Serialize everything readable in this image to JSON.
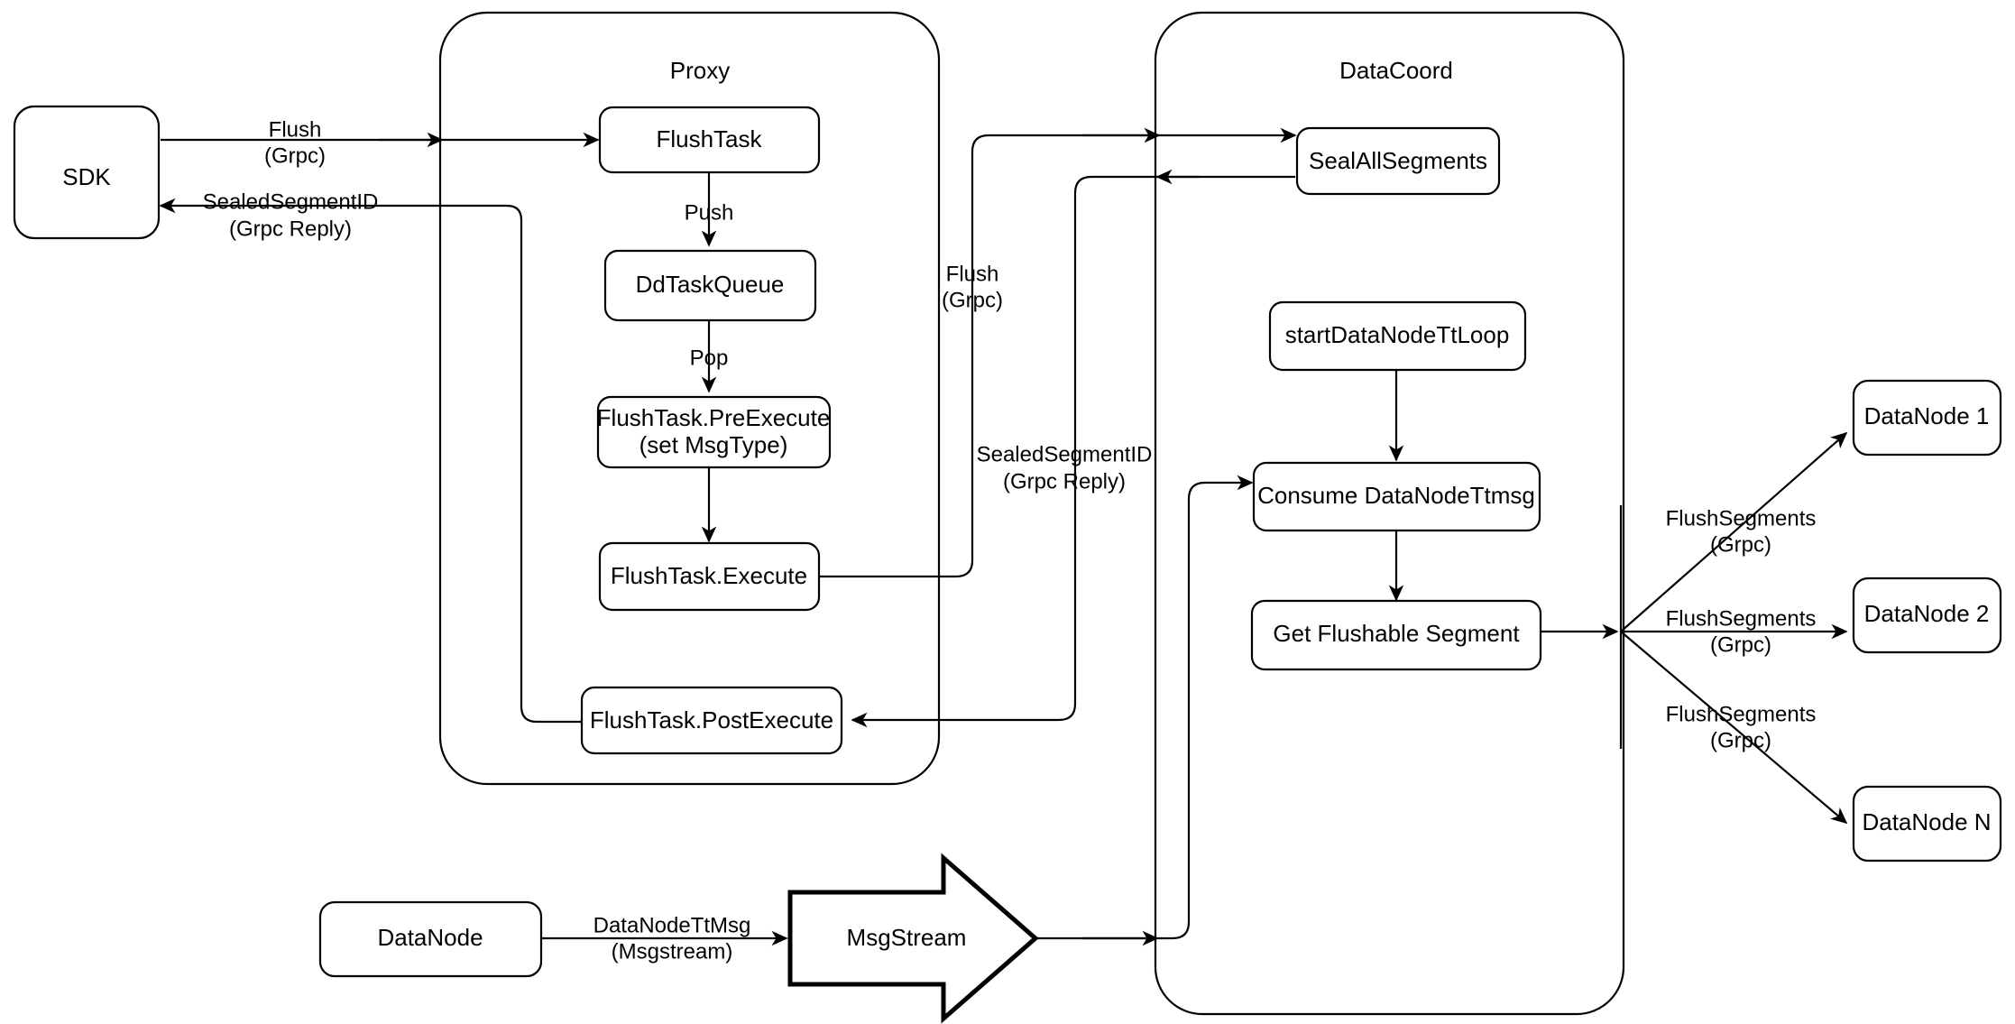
{
  "diagram": {
    "title": "Milvus Flush Flow",
    "type": "flowchart",
    "background_color": "#ffffff",
    "stroke_color": "#000000",
    "fill_color": "#ffffff"
  },
  "groups": [
    {
      "id": "proxy",
      "label": "Proxy"
    },
    {
      "id": "datacoord",
      "label": "DataCoord"
    }
  ],
  "nodes": {
    "sdk": "SDK",
    "flush_task": "FlushTask",
    "dd_task_queue": "DdTaskQueue",
    "pre_execute_line1": "FlushTask.PreExecute",
    "pre_execute_line2": "(set MsgType)",
    "execute": "FlushTask.Execute",
    "post_execute": "FlushTask.PostExecute",
    "seal_all_segments": "SealAllSegments",
    "start_tt_loop": "startDataNodeTtLoop",
    "consume_tt_msg": "Consume DataNodeTtmsg",
    "get_flushable_segment": "Get Flushable Segment",
    "datanode_1": "DataNode 1",
    "datanode_2": "DataNode 2",
    "datanode_n": "DataNode N",
    "datanode_source": "DataNode",
    "msgstream": "MsgStream"
  },
  "edge_labels": {
    "sdk_flush_l1": "Flush",
    "sdk_flush_l2": "(Grpc)",
    "sdk_reply_l1": "SealedSegmentID",
    "sdk_reply_l2": "(Grpc Reply)",
    "push": "Push",
    "pop": "Pop",
    "mid_flush_l1": "Flush",
    "mid_flush_l2": "(Grpc)",
    "mid_reply_l1": "SealedSegmentID",
    "mid_reply_l2": "(Grpc Reply)",
    "flush_segments_1_l1": "FlushSegments",
    "flush_segments_1_l2": "(Grpc)",
    "flush_segments_2_l1": "FlushSegments",
    "flush_segments_2_l2": "(Grpc)",
    "flush_segments_n_l1": "FlushSegments",
    "flush_segments_n_l2": "(Grpc)",
    "datanode_tt_msg_l1": "DataNodeTtMsg",
    "datanode_tt_msg_l2": "(Msgstream)"
  }
}
